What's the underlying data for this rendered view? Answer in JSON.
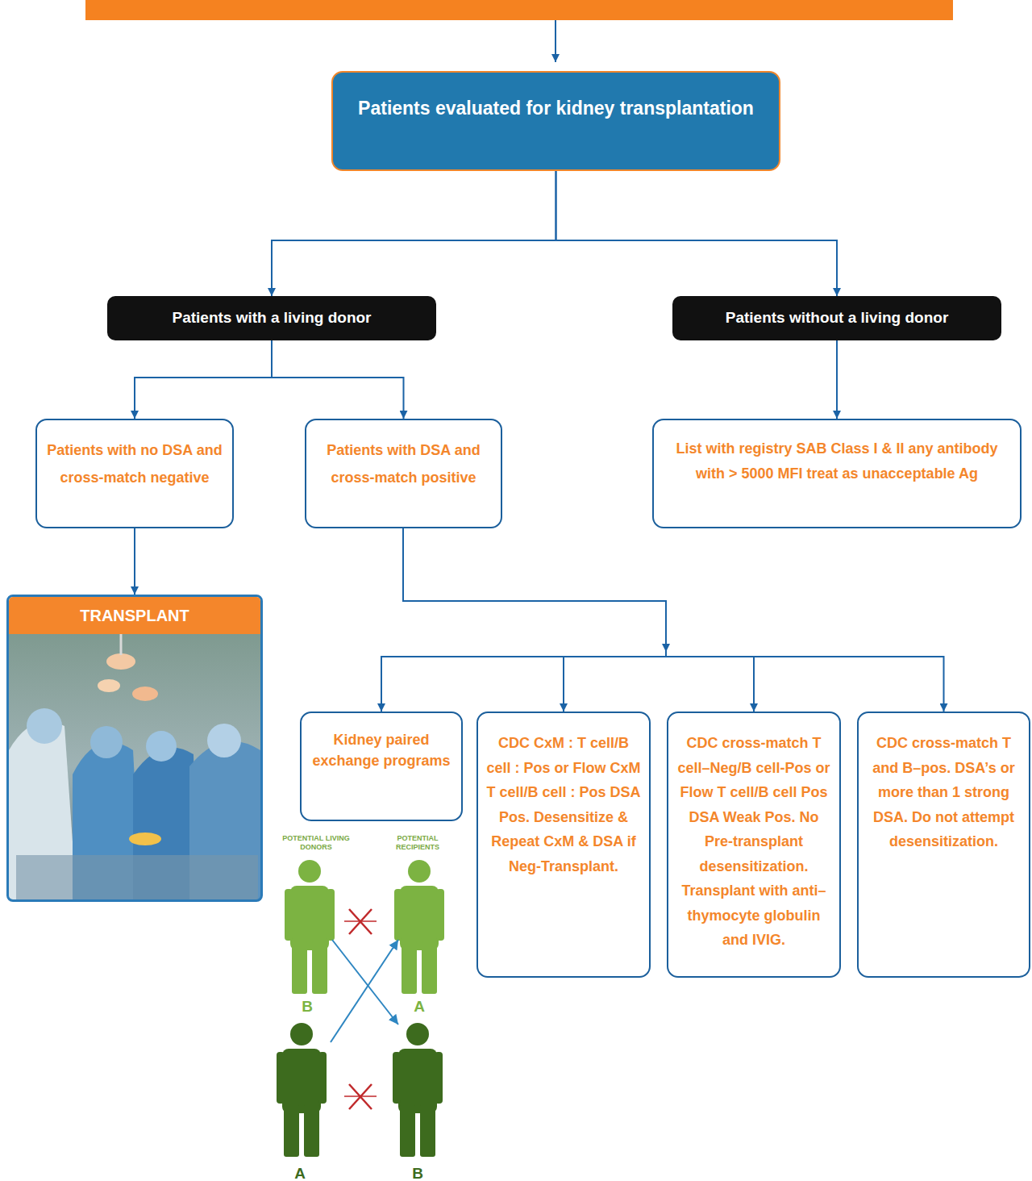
{
  "diagram": {
    "nodes": [
      {
        "text": [
          "Patients evaluated for kidney transplantation"
        ]
      },
      {
        "text": [
          "Patients with a living donor"
        ]
      },
      {
        "text": [
          "Patients without a living donor"
        ]
      },
      {
        "text": [
          "Patients with no DSA and cross-match negative"
        ]
      },
      {
        "text": [
          "Patients with DSA and cross-match positive"
        ]
      },
      {
        "text": [
          "List with registry SAB Class I & II any antibody with > 5000 MFI treat as unacceptable Ag"
        ]
      },
      {
        "text": [
          "TRANSPLANT"
        ]
      },
      {
        "text": [
          "Kidney paired exchange programs"
        ]
      },
      {
        "text": [
          "CDC CxM : T cell/B cell : Pos or Flow CxM T cell/B cell : Pos DSA Pos. Desensitize & Repeat CxM & DSA if Neg-Transplant."
        ]
      },
      {
        "text": [
          "CDC cross-match T cell–Neg/B cell-Pos or Flow T cell/B cell Pos DSA Weak Pos. No Pre-transplant desensitization. Transplant with anti–thymocyte globulin and IVIG."
        ]
      },
      {
        "text": [
          "CDC cross-match T and B–pos. DSA’s or more than 1 strong DSA. Do not attempt desensitization."
        ]
      }
    ],
    "edges": [
      {
        "from": 0,
        "to": 1,
        "arrow": "to"
      },
      {
        "from": 0,
        "to": 2,
        "arrow": "to"
      },
      {
        "from": 1,
        "to": 3,
        "arrow": "to"
      },
      {
        "from": 1,
        "to": 4,
        "arrow": "to"
      },
      {
        "from": 2,
        "to": 5,
        "arrow": "to"
      },
      {
        "from": 3,
        "to": 6,
        "arrow": "to"
      },
      {
        "from": 4,
        "to": 7,
        "arrow": "to"
      },
      {
        "from": 4,
        "to": 8,
        "arrow": "to"
      },
      {
        "from": 4,
        "to": 9,
        "arrow": "to"
      },
      {
        "from": 4,
        "to": 10,
        "arrow": "to"
      }
    ],
    "labels": [
      "POTENTIAL LIVING DONORS",
      "POTENTIAL RECIPIENTS",
      "B",
      "A",
      "A",
      "B"
    ]
  }
}
